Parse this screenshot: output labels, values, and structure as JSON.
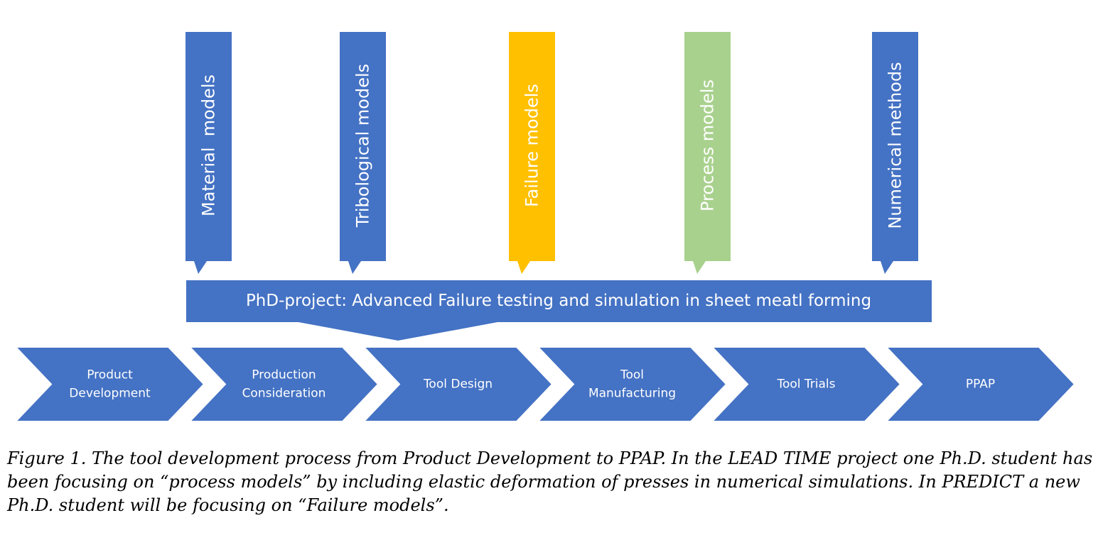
{
  "colors": {
    "blue": "#4472c4",
    "orange": "#ffc000",
    "green": "#a9d18e",
    "text_on_shape": "#ffffff",
    "caption_text": "#000000"
  },
  "model_callouts": [
    {
      "label": "Material  models",
      "color": "blue"
    },
    {
      "label": "Tribological models",
      "color": "blue"
    },
    {
      "label": "Failure models",
      "color": "orange"
    },
    {
      "label": "Process models",
      "color": "green"
    },
    {
      "label": "Numerical methods",
      "color": "blue"
    }
  ],
  "project_banner": {
    "label": "PhD-project: Advanced Failure testing and simulation in sheet meatl forming"
  },
  "process_steps": [
    {
      "lines": [
        "Product",
        "Development"
      ]
    },
    {
      "lines": [
        "Production",
        "Consideration"
      ]
    },
    {
      "lines": [
        "Tool Design"
      ]
    },
    {
      "lines": [
        "Tool",
        "Manufacturing"
      ]
    },
    {
      "lines": [
        "Tool Trials"
      ]
    },
    {
      "lines": [
        "PPAP"
      ]
    }
  ],
  "caption": {
    "text": "Figure 1. The tool development process from Product Development to PPAP. In the LEAD TIME project one Ph.D. student has been focusing on “process models” by including elastic deformation of presses in numerical simulations. In PREDICT a new Ph.D. student will be focusing on “Failure models”."
  }
}
